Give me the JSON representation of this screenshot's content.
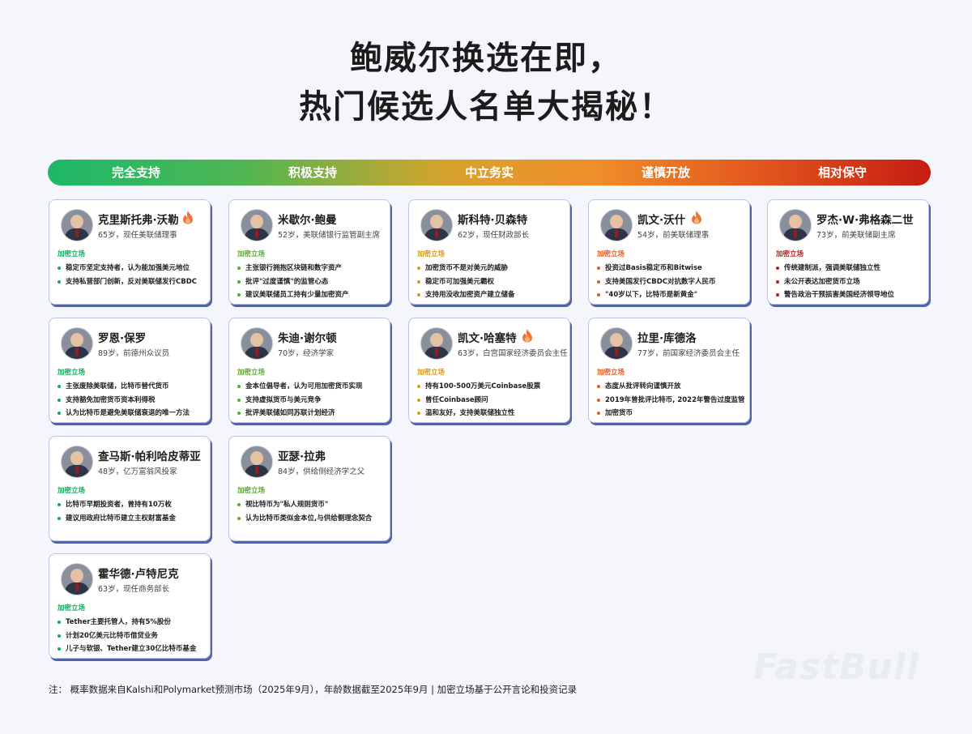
{
  "title": {
    "line1": "鲍威尔换选在即，",
    "line2": "热门候选人名单大揭秘！"
  },
  "levels": [
    "完全支持",
    "积极支持",
    "中立务实",
    "谨慎开放",
    "相对保守"
  ],
  "level_colors": [
    "#13a95f",
    "#5fa63b",
    "#d39b1b",
    "#e65b1f",
    "#c01c13"
  ],
  "stance_label": "加密立场",
  "cards": [
    {
      "name": "克里斯托弗·沃勒",
      "desc": "65岁，现任美联储理事",
      "flame": true,
      "level": 0,
      "points": [
        "稳定币坚定支持者，认为能加强美元地位",
        "支持私营部门创新，反对美联储发行CBDC"
      ]
    },
    {
      "name": "罗恩·保罗",
      "desc": "89岁，前德州众议员",
      "flame": false,
      "level": 0,
      "points": [
        "主张废除美联储，比特币替代货币",
        "支持豁免加密货币资本利得税",
        "认为比特币是避免美联储衰退的唯一方法"
      ]
    },
    {
      "name": "查马斯·帕利哈皮蒂亚",
      "desc": "48岁，亿万富翁风投家",
      "flame": false,
      "level": 0,
      "points": [
        "比特币早期投资者，曾持有10万枚",
        "建议用政府比特币建立主权财富基金"
      ]
    },
    {
      "name": "霍华德·卢特尼克",
      "desc": "63岁，现任商务部长",
      "flame": false,
      "level": 0,
      "points": [
        "Tether主要托管人，持有5%股份",
        "计划20亿美元比特币借贷业务",
        "儿子与软银、Tether建立30亿比特币基金"
      ]
    },
    {
      "name": "米歇尔·鲍曼",
      "desc": "52岁，美联储银行监管副主席",
      "flame": false,
      "level": 1,
      "points": [
        "主张银行拥抱区块链和数字资产",
        "批评\"过度谨慎\"的监管心态",
        "建议美联储员工持有少量加密资产"
      ]
    },
    {
      "name": "朱迪·谢尔顿",
      "desc": "70岁，经济学家",
      "flame": false,
      "level": 1,
      "points": [
        "金本位倡导者，认为可用加密货币实现",
        "支持虚拟货币与美元竞争",
        "批评美联储如同苏联计划经济"
      ]
    },
    {
      "name": "亚瑟·拉弗",
      "desc": "84岁，供给侧经济学之父",
      "flame": false,
      "level": 1,
      "points": [
        "视比特币为\"私人规则货币\"",
        "认为比特币类似金本位,与供给侧理念契合"
      ]
    },
    {
      "name": "斯科特·贝森特",
      "desc": "62岁，现任财政部长",
      "flame": false,
      "level": 2,
      "points": [
        "加密货币不是对美元的威胁",
        "稳定币可加强美元霸权",
        "支持用没收加密资产建立储备"
      ]
    },
    {
      "name": "凯文·哈塞特",
      "desc": "63岁，白宫国家经济委员会主任",
      "flame": true,
      "level": 2,
      "points": [
        "持有100-500万美元Coinbase股票",
        "曾任Coinbase顾问",
        "温和友好，支持美联储独立性"
      ]
    },
    {
      "name": "凯文·沃什",
      "desc": "54岁，前美联储理事",
      "flame": true,
      "level": 3,
      "points": [
        "投资过Basis稳定币和Bitwise",
        "支持美国发行CBDC对抗数字人民币",
        "\"40岁以下，比特币是新黄金\""
      ]
    },
    {
      "name": "拉里·库德洛",
      "desc": "77岁，前国家经济委员会主任",
      "flame": false,
      "level": 3,
      "points": [
        "态度从批评转向谨慎开放",
        "2019年曾批评比特币, 2022年警告过度监管",
        "加密货币"
      ]
    },
    {
      "name": "罗杰·W·弗格森二世",
      "desc": "73岁，前美联储副主席",
      "flame": false,
      "level": 4,
      "points": [
        "传统建制派，强调美联储独立性",
        "未公开表达加密货币立场",
        "警告政治干预损害美国经济领导地位"
      ]
    }
  ],
  "note": "注：  概率数据来自Kalshi和Polymarket预测市场（2025年9月），年龄数据截至2025年9月 | 加密立场基于公开言论和投资记录",
  "watermark": "FastBull"
}
